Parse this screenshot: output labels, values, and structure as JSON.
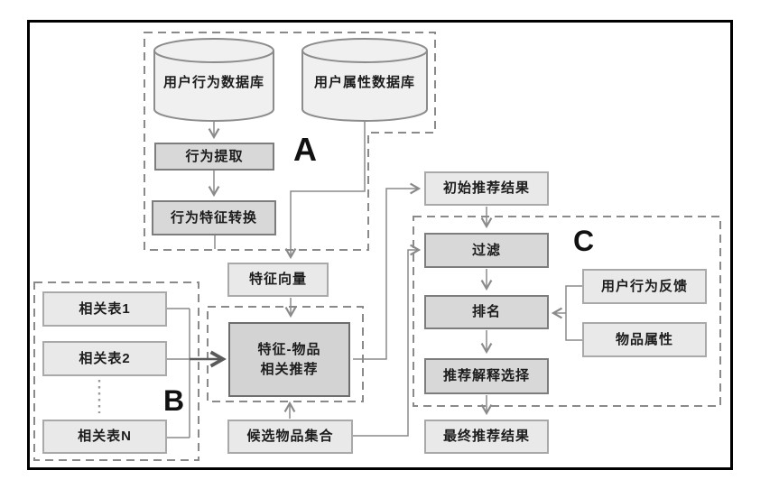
{
  "diagram_title": "recommendation-system-flowchart",
  "region_labels": {
    "a": "A",
    "b": "B",
    "c": "C"
  },
  "nodes": {
    "user_behavior_db": "用户行为数据库",
    "user_attr_db": "用户属性数据库",
    "behavior_extract": "行为提取",
    "behavior_feature_convert": "行为特征转换",
    "feature_vector": "特征向量",
    "related_table_1": "相关表1",
    "related_table_2": "相关表2",
    "related_table_n": "相关表N",
    "feature_item_rec_line1": "特征-物品",
    "feature_item_rec_line2": "相关推荐",
    "candidate_item_set": "候选物品集合",
    "initial_rec_result": "初始推荐结果",
    "filter": "过滤",
    "ranking": "排名",
    "rec_explain_select": "推荐解释选择",
    "final_rec_result": "最终推荐结果",
    "user_behavior_feedback": "用户行为反馈",
    "item_attributes": "物品属性"
  },
  "colors": {
    "box_light_fill": "#e9e9e9",
    "box_light_border": "#a9a9a9",
    "box_dark_fill": "#d8d8d8",
    "box_dark_border": "#7d7d7d",
    "box_main_fill": "#d3d3d3",
    "cylinder_fill": "#f0f0f0",
    "connector": "#8a8a8a",
    "connector_bold": "#5a5a5a",
    "frame": "#000000"
  }
}
